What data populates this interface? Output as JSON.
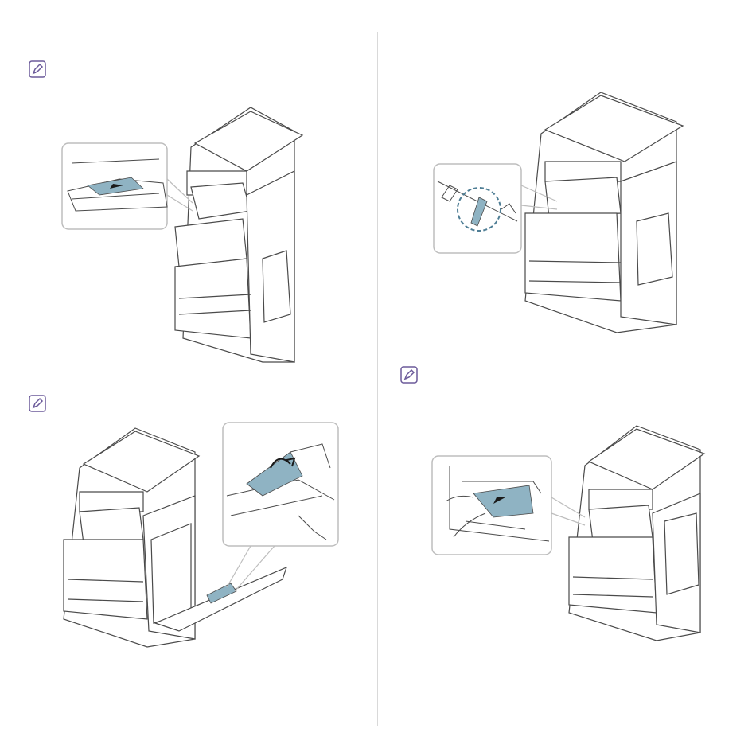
{
  "page": {
    "colors": {
      "paper": "#8fb3c3",
      "line": "#4a4a4a",
      "callout_bg": "#ffffff",
      "callout_border": "#bdbdbd",
      "divider": "#d9d9d9",
      "note_icon": "#6b5a9a"
    },
    "notes": [
      {
        "icon": "note-icon"
      },
      {
        "icon": "note-icon"
      },
      {
        "icon": "note-icon"
      }
    ],
    "figures": [
      {
        "name": "figure-output-tray-jam",
        "description_icon": "printer-icon"
      },
      {
        "name": "figure-duplex-jam",
        "description_icon": "printer-icon"
      },
      {
        "name": "figure-side-door-jam",
        "description_icon": "printer-icon"
      },
      {
        "name": "figure-exit-area-jam",
        "description_icon": "printer-icon"
      }
    ]
  }
}
